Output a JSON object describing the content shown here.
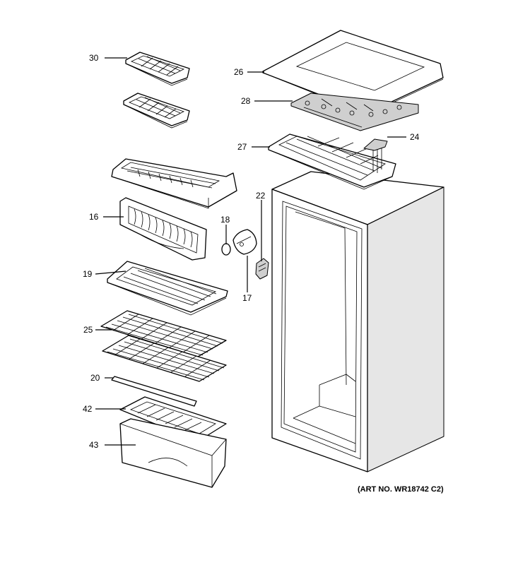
{
  "callouts": {
    "c30": "30",
    "c26": "26",
    "c28": "28",
    "c24": "24",
    "c27": "27",
    "c22": "22",
    "c16": "16",
    "c18": "18",
    "c17": "17",
    "c19": "19",
    "c25": "25",
    "c20": "20",
    "c42": "42",
    "c43": "43"
  },
  "art_number": "(ART NO. WR18742 C2)"
}
